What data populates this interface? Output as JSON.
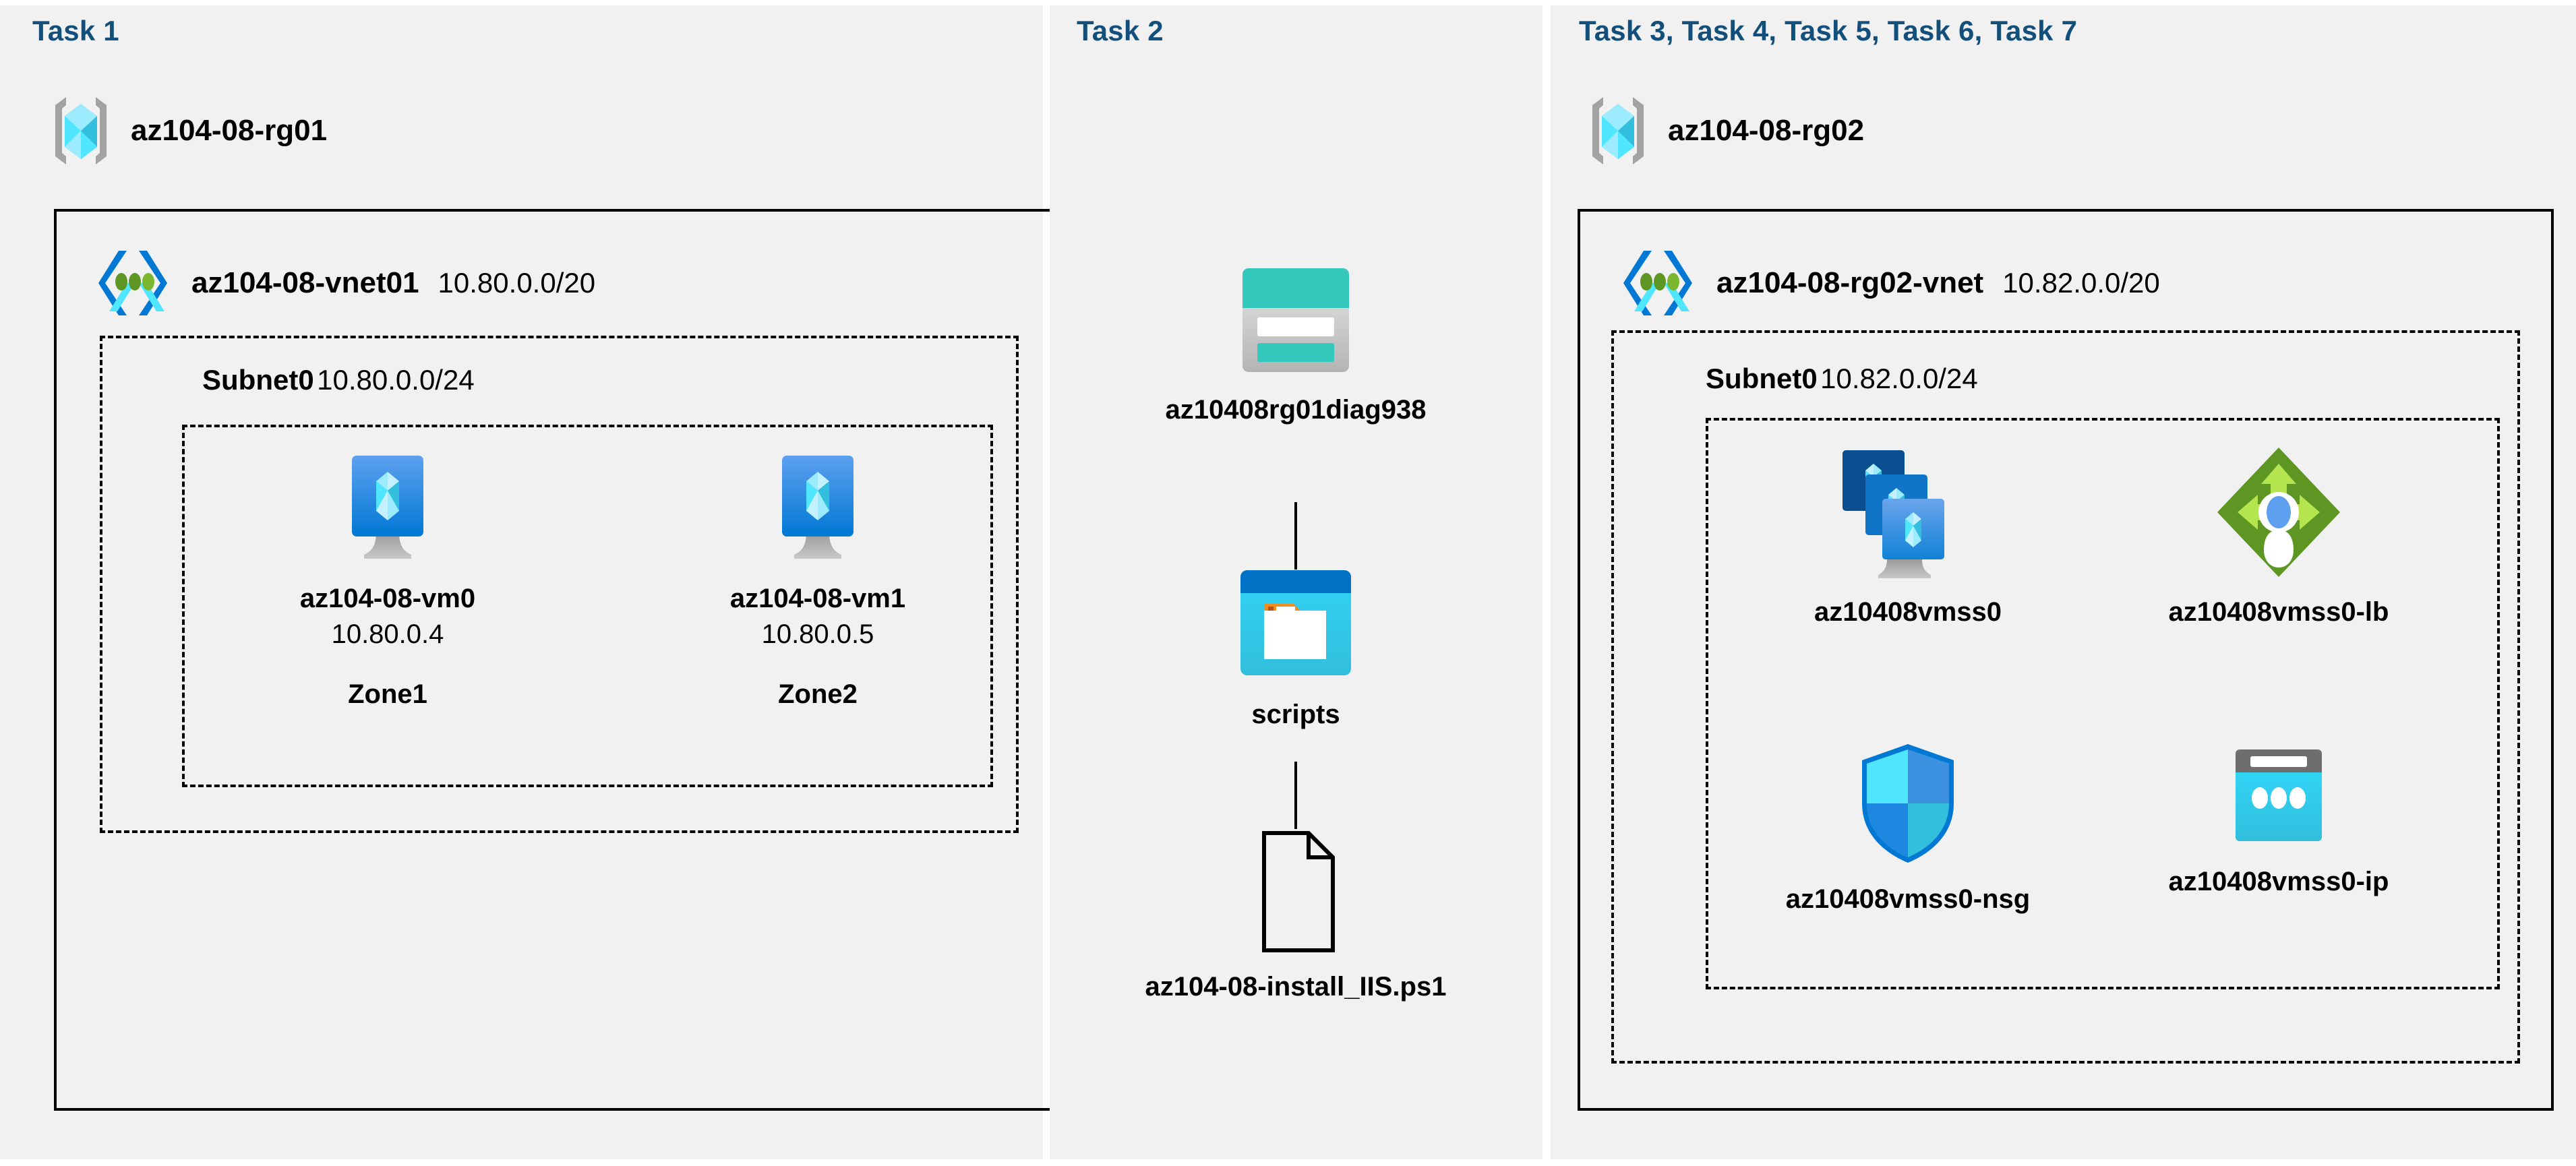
{
  "diagram": {
    "title": "Azure AZ-104 Lab 08 architecture",
    "background": "#ffffff",
    "panel_bg": "#f1f1f1",
    "task_title_color": "#12507b"
  },
  "panels": [
    {
      "id": "panel-task1",
      "task_title": "Task 1",
      "resource_group": {
        "name": "az104-08-rg01",
        "icon": "resource-group-icon"
      },
      "vnet": {
        "name": "az104-08-vnet01",
        "cidr": "10.80.0.0/20",
        "icon": "virtual-network-icon"
      },
      "subnet": {
        "name": "Subnet0",
        "cidr": "10.80.0.0/24"
      },
      "vms": [
        {
          "name": "az104-08-vm0",
          "ip": "10.80.0.4",
          "zone": "Zone1",
          "icon": "virtual-machine-icon"
        },
        {
          "name": "az104-08-vm1",
          "ip": "10.80.0.5",
          "zone": "Zone2",
          "icon": "virtual-machine-icon"
        }
      ]
    },
    {
      "id": "panel-task2",
      "task_title": "Task 2",
      "items": [
        {
          "name": "az10408rg01diag938",
          "icon": "storage-account-icon"
        },
        {
          "name": "scripts",
          "icon": "blob-container-icon"
        },
        {
          "name": "az104-08-install_IIS.ps1",
          "icon": "file-icon"
        }
      ]
    },
    {
      "id": "panel-task3",
      "task_title": "Task 3, Task 4, Task 5, Task 6, Task 7",
      "resource_group": {
        "name": "az104-08-rg02",
        "icon": "resource-group-icon"
      },
      "vnet": {
        "name": "az104-08-rg02-vnet",
        "cidr": "10.82.0.0/20",
        "icon": "virtual-network-icon"
      },
      "subnet": {
        "name": "Subnet0",
        "cidr": "10.82.0.0/24"
      },
      "resources": [
        {
          "name": "az10408vmss0",
          "icon": "vm-scale-set-icon"
        },
        {
          "name": "az10408vmss0-lb",
          "icon": "load-balancer-icon"
        },
        {
          "name": "az10408vmss0-nsg",
          "icon": "network-security-group-icon"
        },
        {
          "name": "az10408vmss0-ip",
          "icon": "public-ip-address-icon"
        }
      ]
    }
  ],
  "colors": {
    "azure_blue": "#0078d4",
    "cyan": "#32bedd",
    "light_cyan": "#9cebff",
    "teal": "#2ecfc3",
    "dark_teal": "#1f8d82",
    "green": "#7cb82f",
    "orange": "#f28c1c",
    "gray": "#949494",
    "dark_navy": "#12507b"
  }
}
